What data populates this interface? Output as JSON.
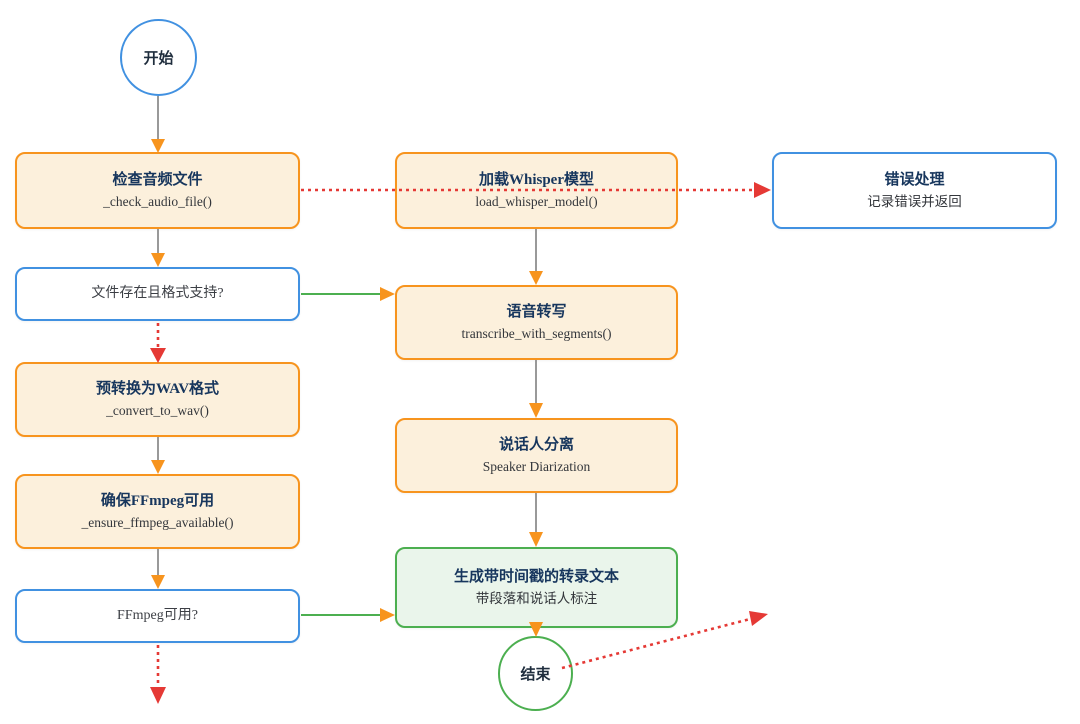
{
  "diagram": {
    "nodes": {
      "start": {
        "label": "开始"
      },
      "check_audio": {
        "title": "检查音频文件",
        "subtitle": "_check_audio_file()"
      },
      "load_whisper": {
        "title": "加载Whisper模型",
        "subtitle": "load_whisper_model()"
      },
      "error_handler": {
        "title": "错误处理",
        "subtitle": "记录错误并返回"
      },
      "decision_file": {
        "label": "文件存在且格式支持?"
      },
      "transcribe": {
        "title": "语音转写",
        "subtitle": "transcribe_with_segments()"
      },
      "convert_wav": {
        "title": "预转换为WAV格式",
        "subtitle": "_convert_to_wav()"
      },
      "diarization": {
        "title": "说话人分离",
        "subtitle": "Speaker Diarization"
      },
      "ensure_ffmpeg": {
        "title": "确保FFmpeg可用",
        "subtitle": "_ensure_ffmpeg_available()"
      },
      "decision_ffmpeg": {
        "label": "FFmpeg可用?"
      },
      "output": {
        "title": "生成带时间戳的转录文本",
        "subtitle": "带段落和说话人标注"
      },
      "end": {
        "label": "结束"
      }
    },
    "colors": {
      "orange_border": "#F7941E",
      "orange_fill": "#FCF0DC",
      "blue_border": "#4191E1",
      "green_border": "#4CAF50",
      "green_fill": "#EAF5EB",
      "arrow_gray": "#999999",
      "arrow_green": "#4CAF50",
      "arrow_red_dotted": "#E53935",
      "title_text": "#17365D",
      "body_text": "#33363B"
    }
  }
}
